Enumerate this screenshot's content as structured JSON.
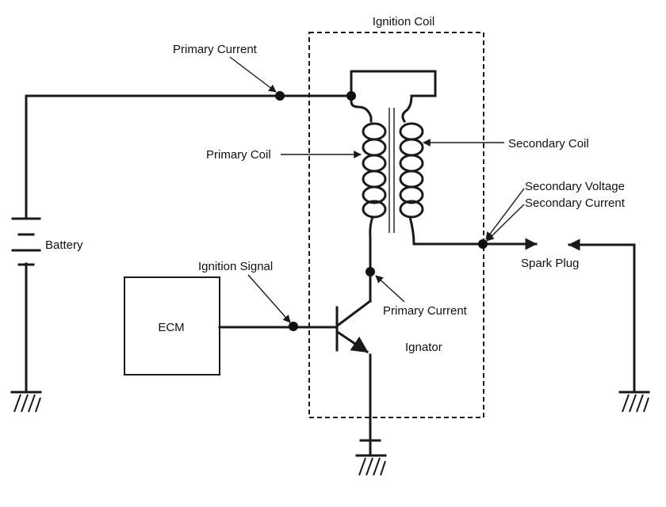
{
  "labels": {
    "ignition_coil": "Ignition Coil",
    "primary_current_top": "Primary Current",
    "primary_coil": "Primary Coil",
    "secondary_coil": "Secondary Coil",
    "secondary_voltage": "Secondary Voltage",
    "secondary_current": "Secondary Current",
    "battery": "Battery",
    "spark_plug": "Spark Plug",
    "ignition_signal": "Ignition Signal",
    "primary_current_mid": "Primary Current",
    "ecm": "ECM",
    "ignator": "Ignator"
  }
}
